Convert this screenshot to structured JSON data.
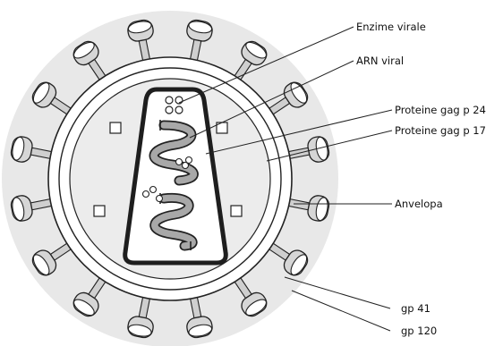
{
  "labels": {
    "enzime_virale": "Enzime virale",
    "arn_viral": "ARN viral",
    "proteine_gag_p24": "Proteine gag p 24",
    "proteine_gag_p17": "Proteine gag p 17",
    "anvelopa": "Anvelopa",
    "gp41": "gp 41",
    "gp120": "gp 120"
  },
  "colors": {
    "line": "#222222",
    "halo": "#e6e6e6",
    "inner_fill": "#ececec",
    "rna_fill": "#a8a8a8",
    "knob_fill": "#d4d4d4"
  },
  "spike_count": 16
}
